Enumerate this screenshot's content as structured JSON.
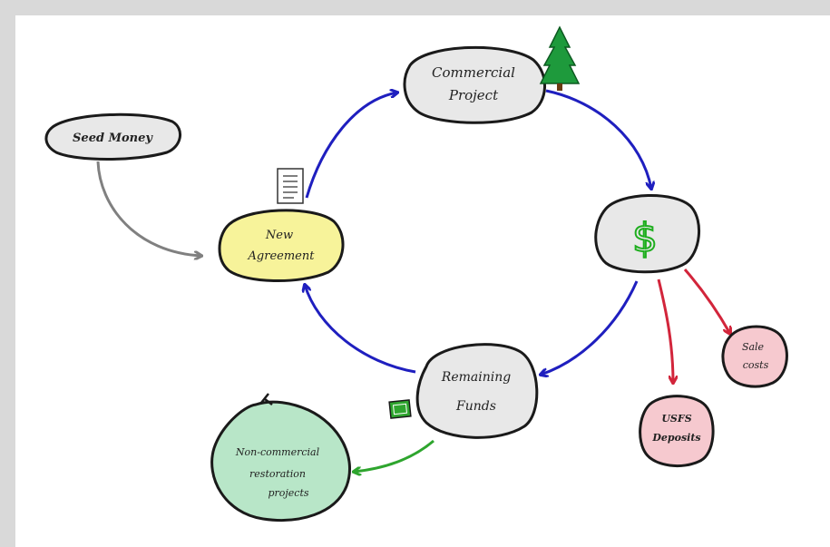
{
  "nodes": {
    "seed_money": "Seed Money",
    "commercial_project": [
      "Commercial",
      "Project"
    ],
    "new_agreement": [
      "New",
      "Agreement"
    ],
    "dollar": "$",
    "remaining_funds": [
      "Remaining",
      "Funds"
    ],
    "non_commercial": [
      "Non-commercial",
      "restoration",
      "projects"
    ],
    "usfs_deposits": [
      "USFS",
      "Deposits"
    ],
    "sale_costs": [
      "Sale",
      "costs"
    ]
  },
  "colors": {
    "cycle_arrow": "#1f1fbf",
    "seed_arrow": "#808080",
    "cost_arrow": "#d2253b",
    "green_arrow": "#2ea52e",
    "node_gray": "#e8e8e8",
    "node_yellow": "#f7f39a",
    "node_green": "#b8e6c8",
    "node_pink": "#f6c9cf",
    "dollar": "#1fae1f",
    "tree": "#1e9a3c"
  },
  "icons": {
    "tree": "tree-icon",
    "document": "document-icon",
    "money": "money-icon"
  }
}
